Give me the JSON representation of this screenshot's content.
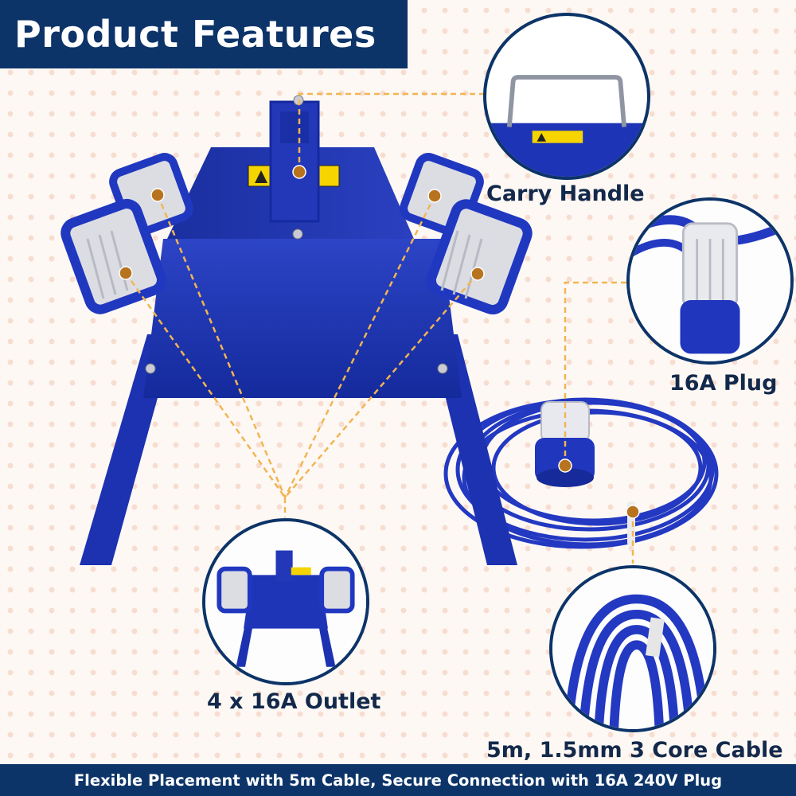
{
  "header": {
    "title": "Product Features"
  },
  "features": {
    "carry_handle": "Carry Handle",
    "plug": "16A Plug",
    "outlet": "4 x 16A Outlet",
    "cable": "5m, 1.5mm 3 Core Cable"
  },
  "footer": {
    "tagline": "Flexible Placement with 5m Cable, Secure Connection with 16A 240V Plug"
  },
  "colors": {
    "banner": "#0d3468",
    "product_blue": "#1f35b8",
    "socket_grey": "#dcdde3",
    "leader_line": "#f2b552",
    "marker": "#b8731e"
  }
}
